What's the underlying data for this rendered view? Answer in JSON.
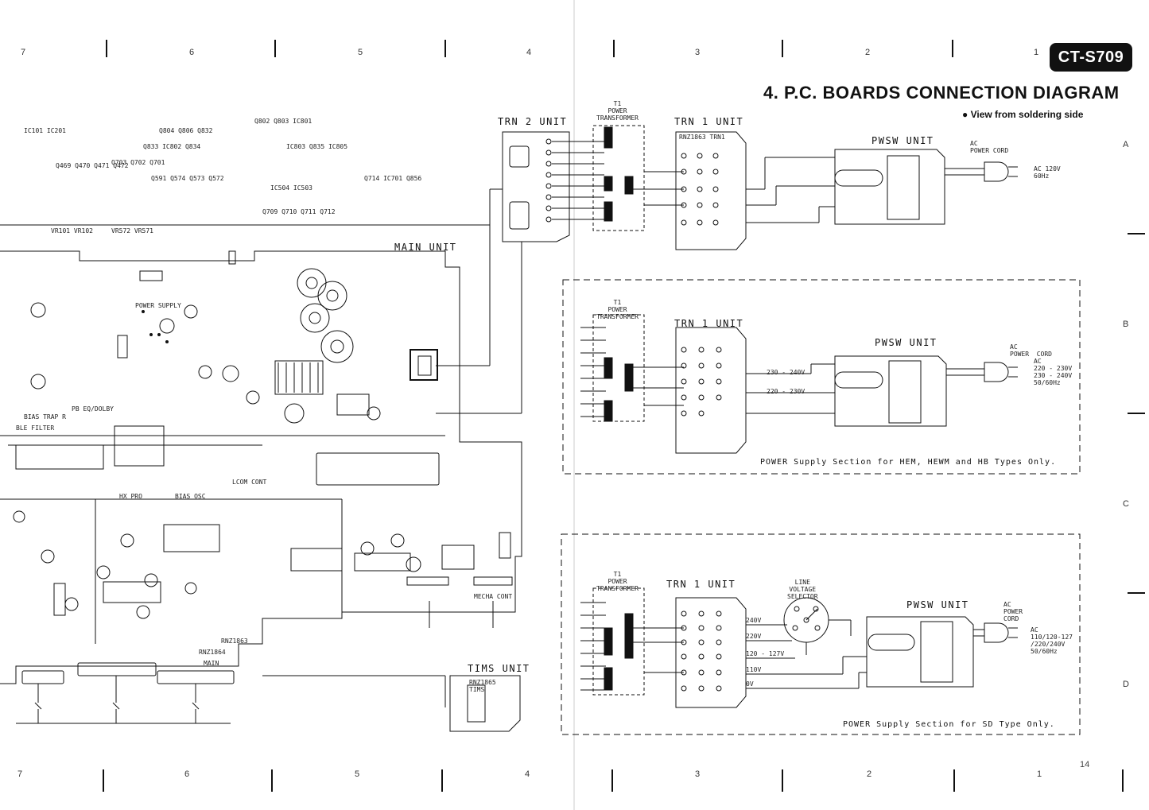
{
  "header": {
    "model_badge": "CT-S709",
    "title": "4.  P.C. BOARDS CONNECTION DIAGRAM",
    "subtitle": "● View from soldering side"
  },
  "grid": {
    "columns_top": [
      "7",
      "6",
      "5",
      "4",
      "3",
      "2",
      "1"
    ],
    "columns_bottom": [
      "7",
      "6",
      "5",
      "4",
      "3",
      "2",
      "1"
    ],
    "rows": [
      "A",
      "B",
      "C",
      "D"
    ]
  },
  "units": {
    "trn2": "TRN 2 UNIT",
    "trn1_a": "TRN 1 UNIT",
    "trn1_b": "TRN 1 UNIT",
    "trn1_c": "TRN 1 UNIT",
    "pwsw_a": "PWSW  UNIT",
    "pwsw_b": "PWSW  UNIT",
    "pwsw_c": "PWSW  UNIT",
    "main": "MAIN  UNIT",
    "tims": "TIMS UNIT"
  },
  "labels": {
    "transformer_a": "T1\nPOWER\nTRANSFORMER",
    "transformer_b": "T1\nPOWER\nTRANSFORMER",
    "transformer_c": "T1\nPOWER\nTRANSFORMER",
    "power_cord_a": "AC\nPOWER CORD",
    "power_cord_b": "AC\nPOWER  CORD",
    "power_cord_c": "AC\nPOWER\nCORD",
    "ac_a": "AC 120V\n60Hz",
    "ac_b": "AC\n220 - 230V\n230 - 240V\n50/60Hz",
    "ac_c": "AC\n110/120-127\n/220/240V\n50/60Hz",
    "voltage_selector": "LINE\nVOLTAGE\nSELECTOR",
    "tap_b1": "230 - 240V",
    "tap_b2": "220 - 230V",
    "tap_c1": "240V",
    "tap_c2": "220V",
    "tap_c3": "120 - 127V",
    "tap_c4": "110V",
    "tap_c5": "0V",
    "pcb_trn1": "RNZ1863 TRN1",
    "pcb_main_a": "RNZ1863",
    "pcb_main_b": "RNZ1864",
    "pcb_main_c": "MAIN",
    "pcb_tims": "RNZ1865\nTIMS",
    "main_section_power": "POWER SUPPLY",
    "main_section_hx": "HX PRO",
    "main_section_bias": "BIAS OSC",
    "main_section_lcom": "LCOM CONT",
    "main_section_mecha": "MECHA CONT",
    "main_section_pb": "PB EQ/DOLBY",
    "main_section_ble": "BLE FILTER",
    "main_section_bias_trap": "BIAS TRAP R"
  },
  "notes": {
    "section_b": "POWER  Supply  Section  for  HEM, HEWM  and  HB  Types  Only.",
    "section_c": "POWER  Supply  Section  for  SD  Type  Only."
  },
  "refs": {
    "r1": "Q802   Q803   IC801",
    "r2": "Q804   Q806   Q832",
    "r3": "Q833   IC802   Q834",
    "r4": "IC803   Q835   IC805",
    "r5": "Q714   IC701   Q856",
    "r6": "Q703  Q702  Q701",
    "r7": "VR572  VR571",
    "r8": "VR101  VR102",
    "r9": "IC504  IC503",
    "r10": "Q709 Q710 Q711 Q712",
    "r11": "IC101   IC201",
    "r12": "Q469 Q470 Q471 Q472",
    "r13": "Q591 Q574 Q573 Q572"
  },
  "page": "14"
}
